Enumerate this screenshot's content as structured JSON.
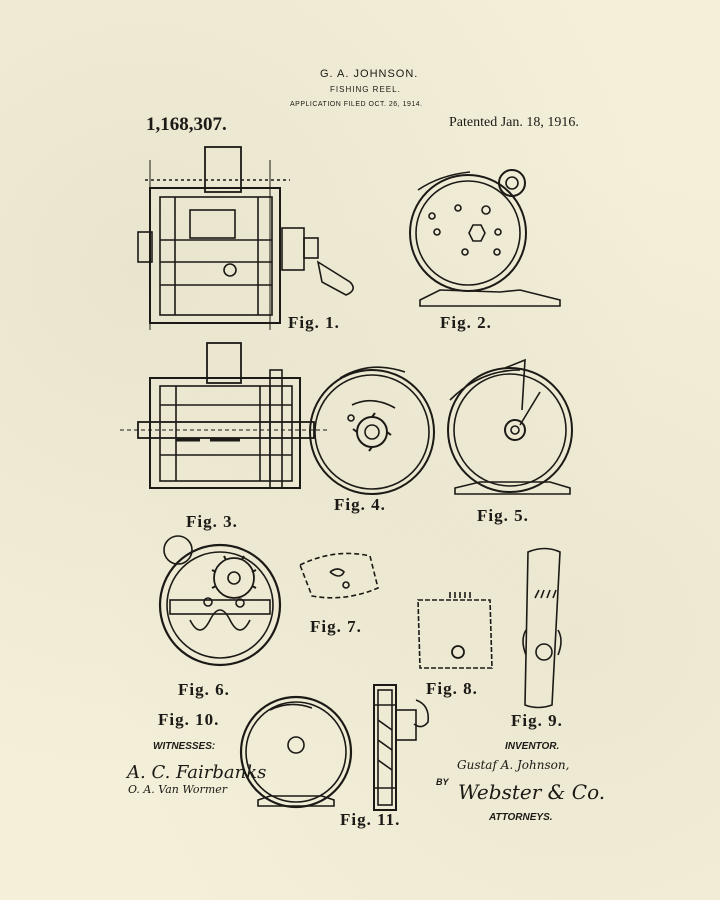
{
  "header": {
    "inventor": "G. A. JOHNSON.",
    "subject": "FISHING REEL.",
    "application": "APPLICATION FILED OCT. 26, 1914.",
    "patent_number": "1,168,307.",
    "patented": "Patented Jan. 18, 1916."
  },
  "figures": {
    "fig1": "Fig. 1.",
    "fig2": "Fig. 2.",
    "fig3": "Fig. 3.",
    "fig4": "Fig. 4.",
    "fig5": "Fig. 5.",
    "fig6": "Fig. 6.",
    "fig7": "Fig. 7.",
    "fig8": "Fig. 8.",
    "fig9": "Fig. 9.",
    "fig10": "Fig. 10.",
    "fig11": "Fig. 11."
  },
  "footer": {
    "witnesses_label": "WITNESSES:",
    "inventor_label": "INVENTOR.",
    "by_label": "BY",
    "attorneys_label": "ATTORNEYS.",
    "witness1": "A. C. Fairbanks",
    "witness2": "O. A. Van Wormer",
    "inventor_signature": "Gustaf A. Johnson,",
    "attorney_signature": "Webster & Co."
  },
  "icons": {
    "fig1": "reel-side-section-drawing",
    "fig2": "reel-end-view-drawing",
    "fig3": "reel-longitudinal-section-drawing",
    "fig4": "reel-cross-section-drawing",
    "fig5": "reel-end-view-drawing",
    "fig6": "reel-gear-section-drawing",
    "fig7": "detail-fragment-drawing",
    "fig8": "detail-plate-drawing",
    "fig9": "detail-rod-drawing",
    "fig10": "reel-face-view-drawing",
    "fig11": "reel-edge-section-drawing"
  },
  "ink_color": "#1c1a16",
  "paper_color": "#f3efd9"
}
